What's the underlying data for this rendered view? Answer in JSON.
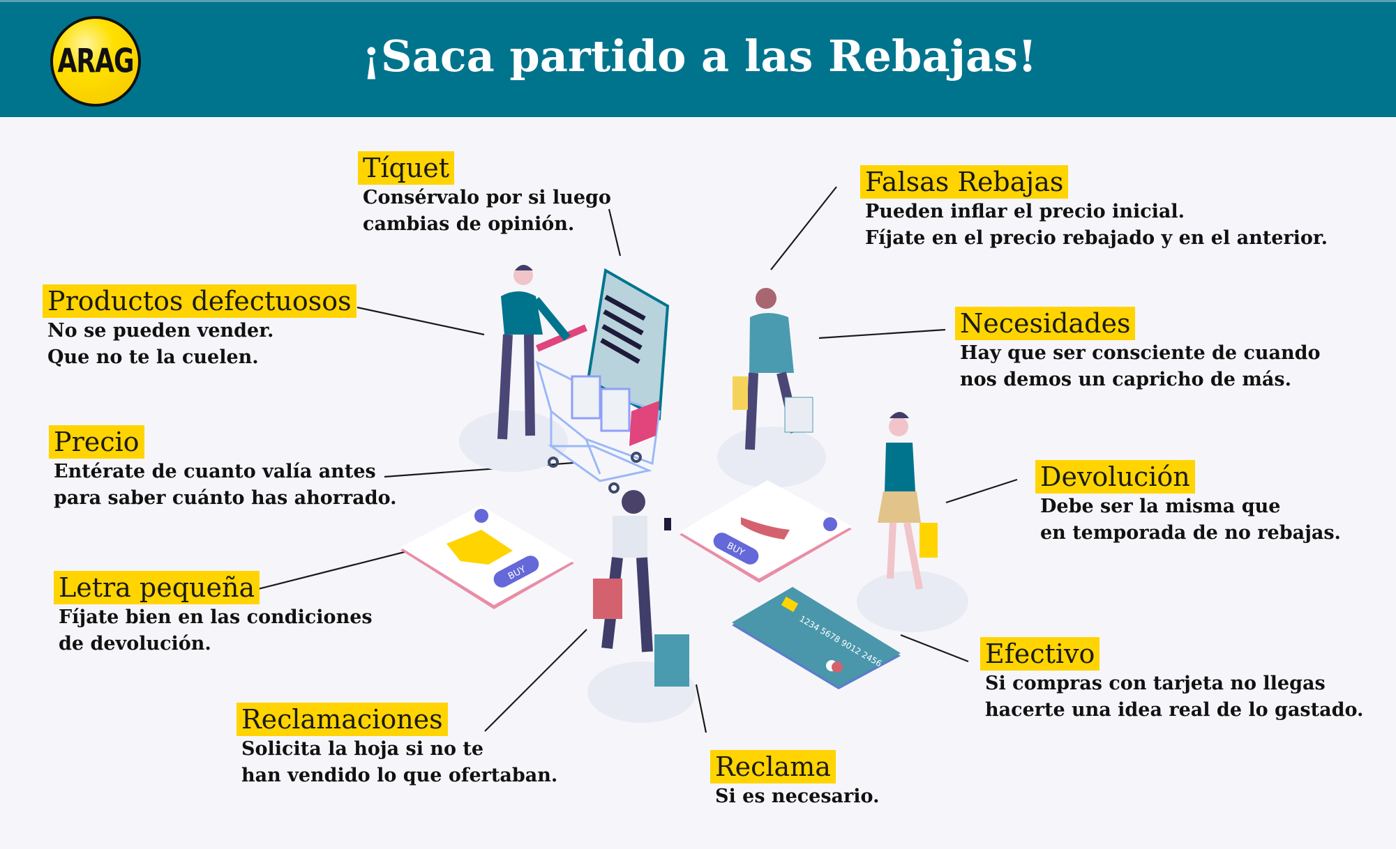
{
  "header": {
    "title": "¡Saca partido a las Rebajas!",
    "logo_text": "ARAG",
    "background": "#00748d"
  },
  "accent": "#ffd400",
  "tips": [
    {
      "id": "tiquet",
      "title": "Tíquet",
      "lines": [
        "Consérvalo por si luego",
        "cambias de opinión."
      ]
    },
    {
      "id": "falsas-rebajas",
      "title": "Falsas Rebajas",
      "lines": [
        "Pueden inflar el precio inicial.",
        "Fíjate en el precio rebajado y en el anterior."
      ]
    },
    {
      "id": "productos-defectuosos",
      "title": "Productos defectuosos",
      "lines": [
        "No se pueden vender.",
        "Que no te la cuelen."
      ]
    },
    {
      "id": "necesidades",
      "title": "Necesidades",
      "lines": [
        "Hay que ser consciente de cuando",
        "nos demos un capricho de más."
      ]
    },
    {
      "id": "precio",
      "title": "Precio",
      "lines": [
        "Entérate de cuanto valía antes",
        "para saber cuánto has ahorrado."
      ]
    },
    {
      "id": "devolucion",
      "title": "Devolución",
      "lines": [
        "Debe ser la misma que",
        "en temporada de no rebajas."
      ]
    },
    {
      "id": "letra-pequena",
      "title": "Letra pequeña",
      "lines": [
        "Fíjate bien en las condiciones",
        "de devolución."
      ]
    },
    {
      "id": "efectivo",
      "title": "Efectivo",
      "lines": [
        "Si compras con tarjeta no llegas",
        "hacerte una idea real de lo gastado."
      ]
    },
    {
      "id": "reclamaciones",
      "title": "Reclamaciones",
      "lines": [
        "Solicita la hoja si no te",
        "han vendido lo que ofertaban."
      ]
    },
    {
      "id": "reclama",
      "title": "Reclama",
      "lines": [
        "Si es necesario."
      ]
    }
  ],
  "illustration": {
    "buy_label": "BUY",
    "card_number": "1234 5678 9012 2456"
  }
}
